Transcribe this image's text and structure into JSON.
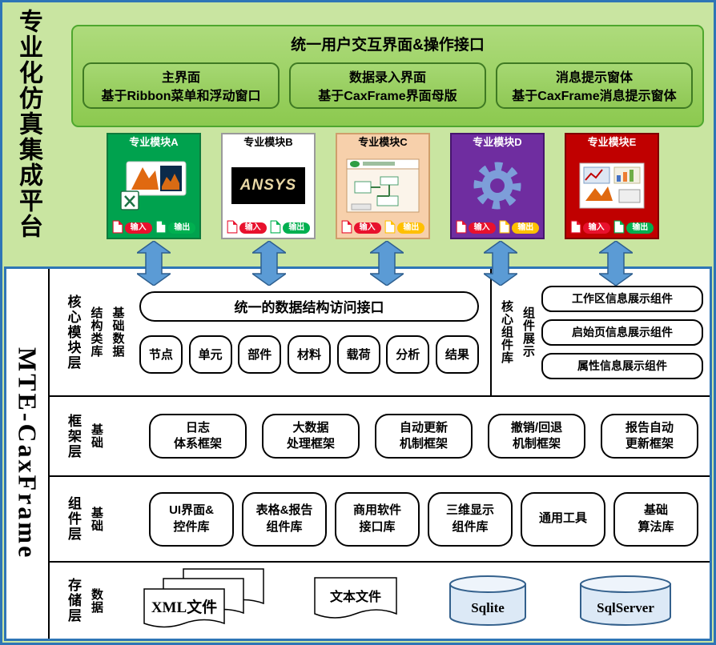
{
  "left_title": "专业化仿真集成平台",
  "bottom_left_title": "MTE-CaxFrame",
  "top": {
    "title": "统一用户交互界面&操作接口",
    "boxes": [
      {
        "line1": "主界面",
        "line2": "基于Ribbon菜单和浮动窗口"
      },
      {
        "line1": "数据录入界面",
        "line2": "基于CaxFrame界面母版"
      },
      {
        "line1": "消息提示窗体",
        "line2": "基于CaxFrame消息提示窗体"
      }
    ]
  },
  "modules": [
    {
      "title": "专业模块A",
      "input": "输入",
      "output": "输出"
    },
    {
      "title": "专业模块B",
      "logo_text": "ANSYS",
      "input": "输入",
      "output": "输出"
    },
    {
      "title": "专业模块C",
      "input": "输入",
      "output": "输出"
    },
    {
      "title": "专业模块D",
      "input": "输入",
      "output": "输出"
    },
    {
      "title": "专业模块E",
      "input": "输入",
      "output": "输出"
    }
  ],
  "core_layer": {
    "label": "核心模块层",
    "sublabel_left": "结构类库",
    "sublabel_right": "基础数据",
    "interface_box": "统一的数据结构访问接口",
    "data_items": [
      "节点",
      "单元",
      "部件",
      "材料",
      "载荷",
      "分析",
      "结果"
    ],
    "right_label_left": "核心组件库",
    "right_label_right": "组件展示",
    "display_items": [
      "工作区信息展示组件",
      "启始页信息展示组件",
      "属性信息展示组件"
    ]
  },
  "framework_layer": {
    "label": "框架层",
    "sublabel": "基础",
    "items": [
      [
        "日志",
        "体系框架"
      ],
      [
        "大数据",
        "处理框架"
      ],
      [
        "自动更新",
        "机制框架"
      ],
      [
        "撤销/回退",
        "机制框架"
      ],
      [
        "报告自动",
        "更新框架"
      ]
    ]
  },
  "component_layer": {
    "label": "组件层",
    "sublabel": "基础",
    "items": [
      [
        "UI界面&",
        "控件库"
      ],
      [
        "表格&报告",
        "组件库"
      ],
      [
        "商用软件",
        "接口库"
      ],
      [
        "三维显示",
        "组件库"
      ],
      [
        "通用工具",
        ""
      ],
      [
        "基础",
        "算法库"
      ]
    ]
  },
  "storage_layer": {
    "label": "存储层",
    "sublabel": "数据",
    "items": [
      "XML文件",
      "文本文件",
      "Sqlite",
      "SqlServer"
    ]
  },
  "colors": {
    "outer_border": "#2e75b6",
    "top_background": "#c9e5a1",
    "green_box": "#9ad05f",
    "green_box_border": "#4ea72e",
    "module_a": "#00a24e",
    "module_b": "#ffffff",
    "module_c": "#f7d0ab",
    "module_d": "#6f2da0",
    "module_e": "#c00000",
    "arrow": "#5b9bd5",
    "input_badge": "#e8112d",
    "output_badge_green": "#00b050",
    "output_badge_yellow": "#ffc000",
    "cylinder_fill": "#dce9f6"
  }
}
